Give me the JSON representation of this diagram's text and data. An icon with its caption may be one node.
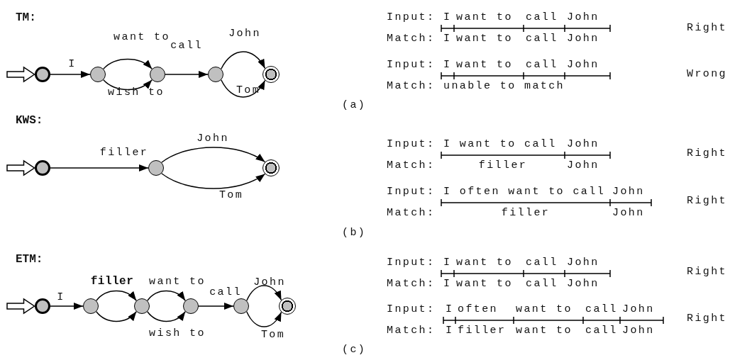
{
  "diagram": {
    "nodes": [
      {
        "text": [],
        "shape": "circle"
      },
      {
        "text": [],
        "shape": "circle"
      },
      {
        "text": [],
        "shape": "circle"
      },
      {
        "text": [],
        "shape": "circle"
      },
      {
        "text": [],
        "shape": "circle"
      },
      {
        "text": [],
        "shape": "circle"
      },
      {
        "text": [],
        "shape": "circle"
      },
      {
        "text": [],
        "shape": "circle"
      },
      {
        "text": [],
        "shape": "circle"
      },
      {
        "text": [],
        "shape": "circle"
      },
      {
        "text": [],
        "shape": "circle"
      },
      {
        "text": [],
        "shape": "circle"
      },
      {
        "text": [],
        "shape": "circle"
      },
      {
        "text": [],
        "shape": "circle"
      }
    ],
    "edges": [
      {
        "from": null,
        "to": 0,
        "arrow": "to"
      },
      {
        "from": 0,
        "to": 1,
        "arrow": "to",
        "label": "I"
      },
      {
        "from": 1,
        "to": 2,
        "arrow": "to",
        "label": "want to"
      },
      {
        "from": 1,
        "to": 2,
        "arrow": "to",
        "label": "wish to"
      },
      {
        "from": 2,
        "to": 3,
        "arrow": "to",
        "label": "call"
      },
      {
        "from": 3,
        "to": 4,
        "arrow": "to",
        "label": "John"
      },
      {
        "from": 3,
        "to": 4,
        "arrow": "to",
        "label": "Tom"
      },
      {
        "from": null,
        "to": 5,
        "arrow": "to"
      },
      {
        "from": 5,
        "to": 6,
        "arrow": "to",
        "label": "filler"
      },
      {
        "from": 6,
        "to": 7,
        "arrow": "to",
        "label": "John"
      },
      {
        "from": 6,
        "to": 7,
        "arrow": "to",
        "label": "Tom"
      },
      {
        "from": null,
        "to": 8,
        "arrow": "to"
      },
      {
        "from": 8,
        "to": 9,
        "arrow": "to",
        "label": "I"
      },
      {
        "from": 9,
        "to": 10,
        "arrow": "to",
        "label": "filler"
      },
      {
        "from": 9,
        "to": 10,
        "arrow": "to"
      },
      {
        "from": 10,
        "to": 11,
        "arrow": "to",
        "label": "want to"
      },
      {
        "from": 10,
        "to": 11,
        "arrow": "to",
        "label": "wish to"
      },
      {
        "from": 11,
        "to": 12,
        "arrow": "to",
        "label": "call"
      },
      {
        "from": 12,
        "to": 13,
        "arrow": "to",
        "label": "John"
      },
      {
        "from": 12,
        "to": 13,
        "arrow": "to",
        "label": "Tom"
      }
    ],
    "labels": [
      "TM:",
      "KWS:",
      "ETM:",
      "Input:",
      "I",
      "want to",
      "call",
      "John",
      "Right",
      "Match:",
      "I",
      "want to",
      "call",
      "John",
      "Input:",
      "I",
      "want to",
      "call",
      "John",
      "Wrong",
      "Match:",
      "unable to match",
      "(a)",
      "Input:",
      "I want to call",
      "John",
      "Right",
      "Match:",
      "filler",
      "John",
      "Input:",
      "I often want to call",
      "John",
      "Right",
      "Match:",
      "filler",
      "John",
      "(b)",
      "Input:",
      "I",
      "want to",
      "call",
      "John",
      "Right",
      "Match:",
      "I",
      "want to",
      "call",
      "John",
      "Input:",
      "I",
      "often",
      "want to",
      "call",
      "John",
      "Right",
      "Match:",
      "I",
      "filler",
      "want to",
      "call",
      "John",
      "(c)"
    ]
  }
}
